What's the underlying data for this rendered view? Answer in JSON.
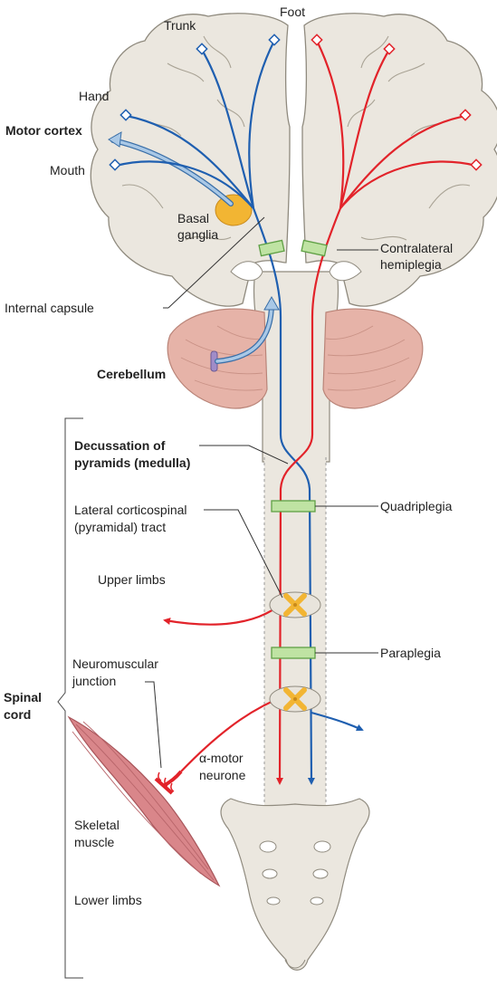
{
  "labels": {
    "trunk": "Trunk",
    "foot": "Foot",
    "hand": "Hand",
    "motor_cortex": "Motor cortex",
    "mouth": "Mouth",
    "basal_ganglia_line1": "Basal",
    "basal_ganglia_line2": "ganglia",
    "contralateral_line1": "Contralateral",
    "contralateral_line2": "hemiplegia",
    "internal_capsule": "Internal capsule",
    "cerebellum": "Cerebellum",
    "decussation_line1": "Decussation of",
    "decussation_line2": "pyramids (medulla)",
    "quadriplegia": "Quadriplegia",
    "lateral_line1": "Lateral corticospinal",
    "lateral_line2": "(pyramidal) tract",
    "upper_limbs": "Upper limbs",
    "paraplegia": "Paraplegia",
    "neuromuscular_line1": "Neuromuscular",
    "neuromuscular_line2": "junction",
    "spinal_line1": "Spinal",
    "spinal_line2": "cord",
    "alpha_line1": "α-motor",
    "alpha_line2": "neurone",
    "skeletal_line1": "Skeletal",
    "skeletal_line2": "muscle",
    "lower_limbs": "Lower limbs"
  },
  "colors": {
    "brain": "#ebe7df",
    "brain_outline": "#8f8a7e",
    "cerebellum": "#e6b3a8",
    "motor_tract_left": "#1f5fb0",
    "motor_tract_right": "#e2232a",
    "lesion": "#bfe3a3",
    "basal_ganglia": "#f2b533",
    "muscle": "#d9868a"
  }
}
